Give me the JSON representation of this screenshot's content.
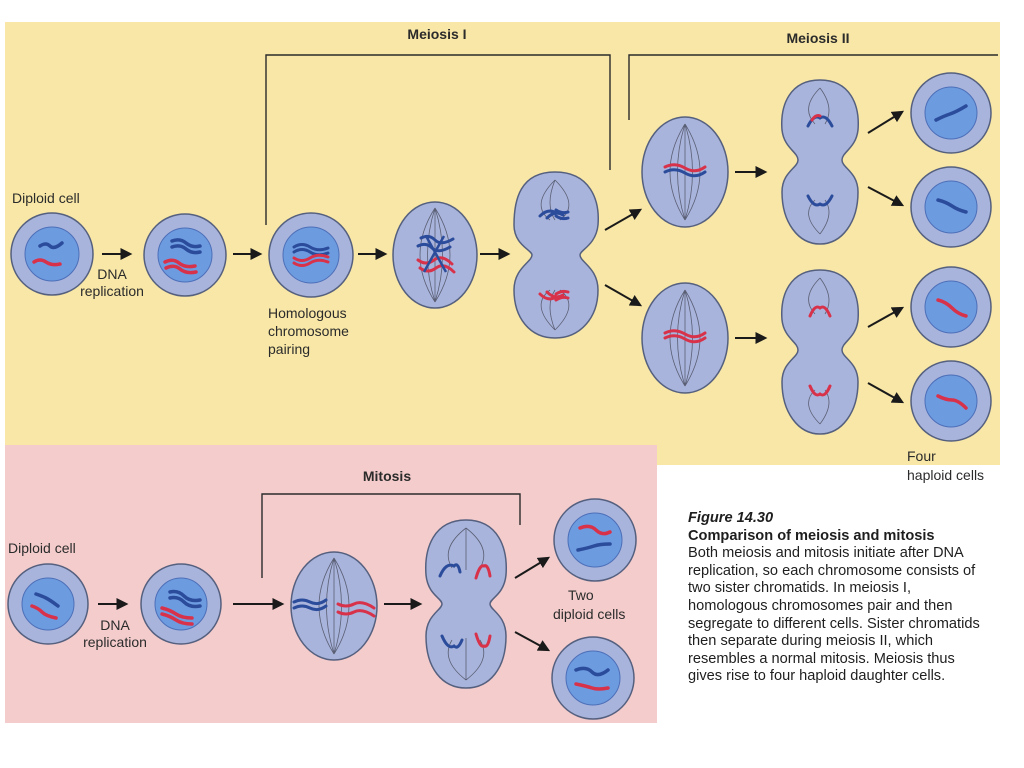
{
  "colors": {
    "meiosis_bg": "#f8e7a6",
    "mitosis_bg": "#f4cccc",
    "cell_fill": "#a9b4dc",
    "cell_stroke": "#55607f",
    "nucleus_fill": "#6d9be0",
    "chromosome_blue": "#2b4b9b",
    "chromosome_red": "#d8324b",
    "spindle": "#5a5f74",
    "arrow": "#1a1a1a"
  },
  "meiosis": {
    "header_i": "Meiosis I",
    "header_ii": "Meiosis II",
    "label_diploid": "Diploid cell",
    "label_dna": [
      "DNA",
      "replication"
    ],
    "label_pairing": [
      "Homologous",
      "chromosome",
      "pairing"
    ],
    "label_four": [
      "Four",
      "haploid cells"
    ]
  },
  "mitosis": {
    "header": "Mitosis",
    "label_diploid": "Diploid cell",
    "label_dna": [
      "DNA",
      "replication"
    ],
    "label_two": [
      "Two",
      "diploid cells"
    ]
  },
  "caption": {
    "figure": "Figure 14.30",
    "title": "Comparison of meiosis and mitosis",
    "body": "Both meiosis and mitosis initiate after DNA replication, so each chromosome consists of two sister chromatids. In meiosis I, homologous chromosomes pair and then segregate to different cells. Sister chromatids then separate during meiosis II, which resembles a normal mitosis. Meiosis thus gives rise to four haploid daughter cells."
  }
}
